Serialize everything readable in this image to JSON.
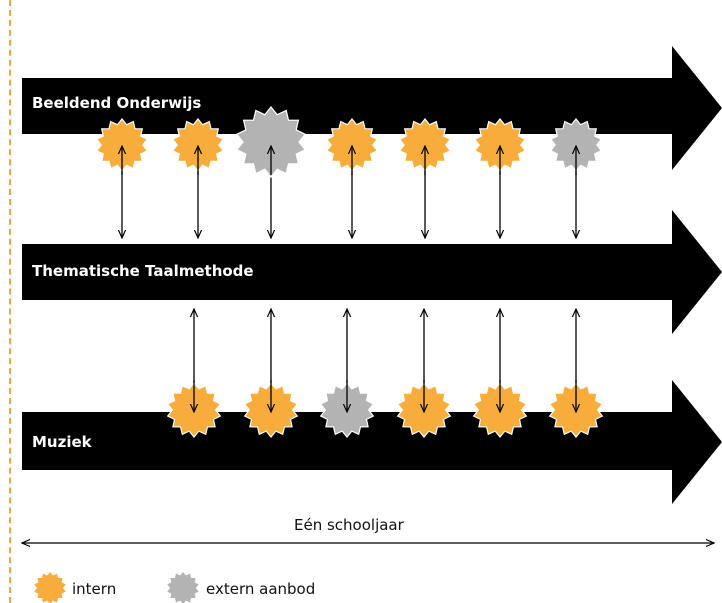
{
  "lanes": [
    {
      "label": "Beeldend Onderwijs"
    },
    {
      "label": "Thematische Taalmethode"
    },
    {
      "label": "Muziek"
    }
  ],
  "top_row": [
    "intern",
    "intern",
    "extern",
    "intern",
    "intern",
    "intern",
    "extern"
  ],
  "bottom_row": [
    "intern",
    "intern",
    "extern",
    "intern",
    "intern",
    "intern"
  ],
  "timeline": {
    "label": "Eén schooljaar"
  },
  "legend": {
    "intern": {
      "label": "intern",
      "color": "#f7ac3b"
    },
    "extern": {
      "label": "extern aanbod",
      "color": "#b3b3b3"
    }
  },
  "colors": {
    "lane": "#000000",
    "dashed_line": "#f0a640"
  }
}
